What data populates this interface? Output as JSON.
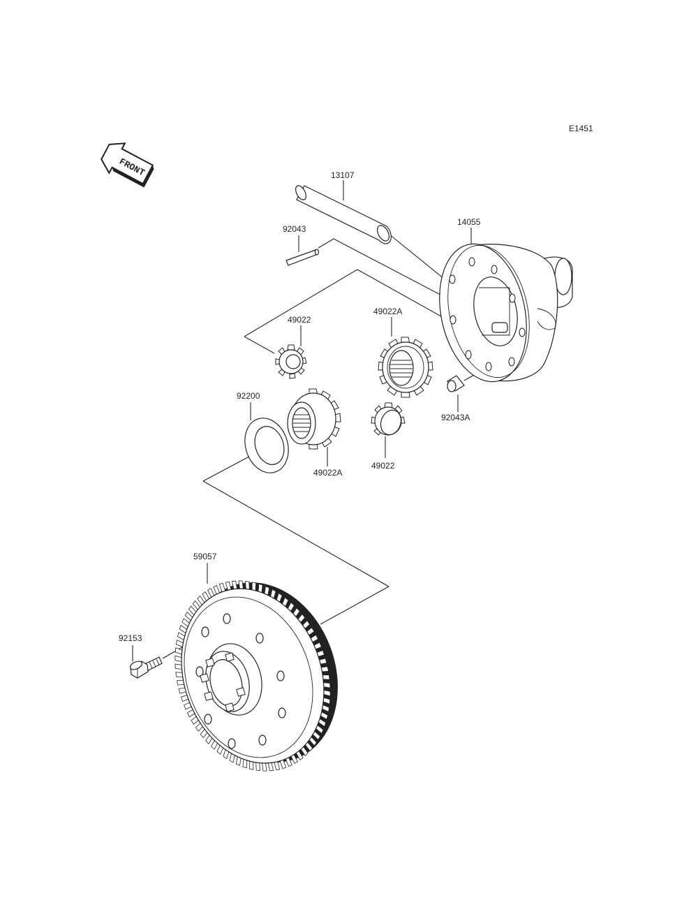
{
  "diagram_code": "E1451",
  "front_arrow_label": "FRONT",
  "parts": {
    "shaft": "13107",
    "case": "14055",
    "pin": "92043",
    "pin_a": "92043A",
    "pinion_gear_top": "49022",
    "side_gear_top": "49022A",
    "side_gear_bottom": "49022A",
    "pinion_gear_bottom": "49022",
    "washer": "92200",
    "ring_gear": "59057",
    "bolt": "92153"
  }
}
